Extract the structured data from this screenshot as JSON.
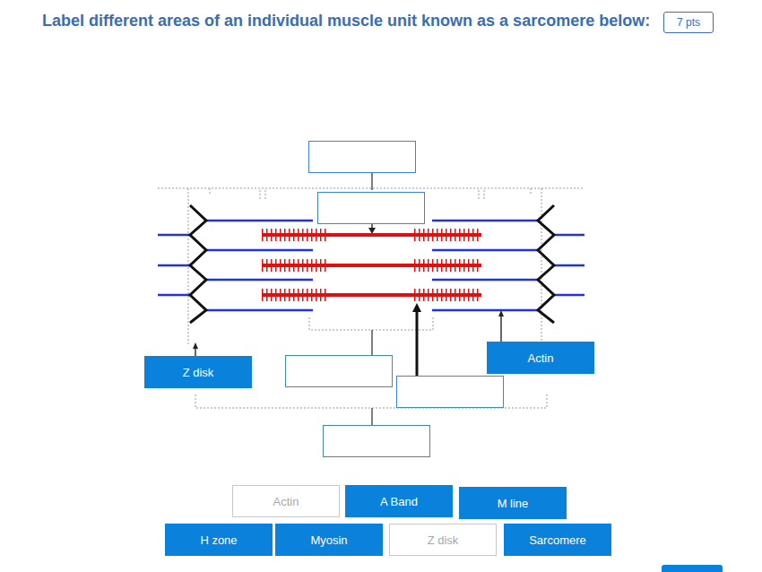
{
  "diagram": {
    "title": "Label different areas of an individual muscle unit known as a sarcomere below:",
    "nodes": [
      {
        "text": [
          "7 pts"
        ]
      },
      {
        "text": [
          "Actin"
        ]
      },
      {
        "text": [
          "Z disk"
        ]
      },
      {
        "text": [
          "Actin"
        ]
      },
      {
        "text": [
          "A Band"
        ]
      },
      {
        "text": [
          "M line"
        ]
      },
      {
        "text": [
          "H zone"
        ]
      },
      {
        "text": [
          "Myosin"
        ]
      },
      {
        "text": [
          "Z disk"
        ]
      },
      {
        "text": [
          "Sarcomere"
        ]
      }
    ]
  }
}
